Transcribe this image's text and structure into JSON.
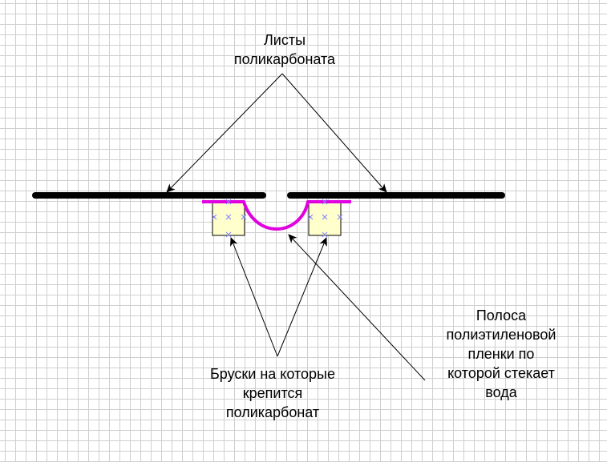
{
  "labels": {
    "sheets": {
      "lines": [
        "Листы",
        "поликарбоната"
      ]
    },
    "film": {
      "lines": [
        "Полоса",
        "полиэтиленовой",
        "пленки по",
        "которой стекает",
        "вода"
      ]
    },
    "bars": {
      "lines": [
        "Бруски на которые",
        "крепится",
        "поликарбонат"
      ]
    }
  },
  "colors": {
    "grid": "#cfcfcf",
    "sheet": "#000000",
    "film": "#e000e0",
    "bar_fill": "#ffffcc",
    "bar_stroke": "#000000",
    "handle": "#8080ff",
    "arrow": "#000000"
  }
}
